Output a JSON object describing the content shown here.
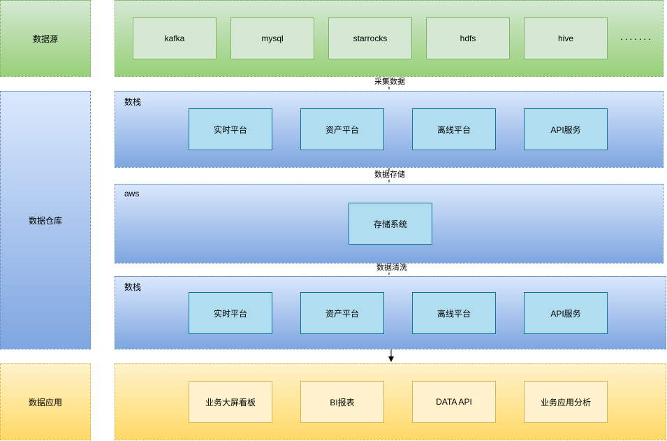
{
  "layers": {
    "source_label": "数据源",
    "warehouse_label": "数据仓库",
    "application_label": "数据应用"
  },
  "sources": {
    "items": [
      "kafka",
      "mysql",
      "starrocks",
      "hdfs",
      "hive"
    ],
    "more": "·······"
  },
  "flows": {
    "collect": "采集数据",
    "store": "数据存储",
    "clean": "数据清洗"
  },
  "shuzhan_top": {
    "title": "数栈",
    "items": [
      "实时平台",
      "资产平台",
      "离线平台",
      "API服务"
    ]
  },
  "aws": {
    "title": "aws",
    "storage": "存储系统"
  },
  "shuzhan_bottom": {
    "title": "数栈",
    "items": [
      "实时平台",
      "资产平台",
      "离线平台",
      "API服务"
    ]
  },
  "applications": {
    "items": [
      "业务大屏看板",
      "BI报表",
      "DATA API",
      "业务应用分析"
    ]
  }
}
